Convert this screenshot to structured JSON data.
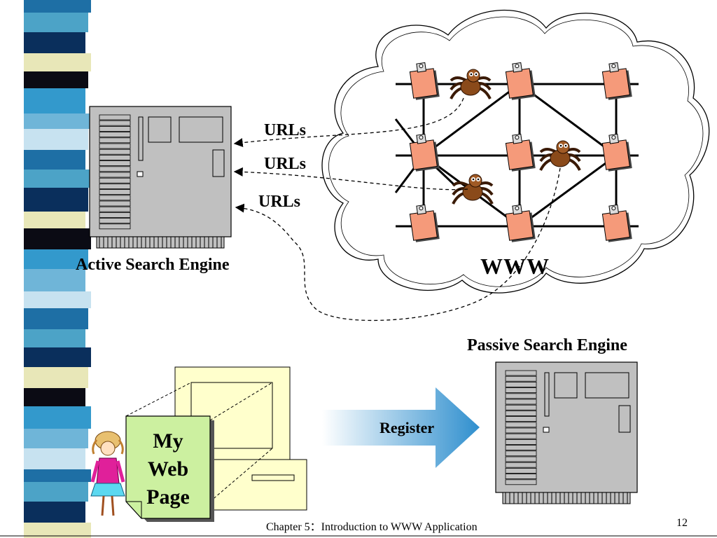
{
  "colors": {
    "stripe_palette": [
      "#1e6fa5",
      "#4ca3c7",
      "#0a2f5c",
      "#e8e7b8",
      "#0b0b14",
      "#3399cc",
      "#6fb5d8",
      "#c7e2f0"
    ],
    "server_body": "#c0c0c0",
    "clipboard": "#f59a7a",
    "web_page_fill": "#ccf0a0",
    "monitor_fill": "#ffffcc",
    "arrow_gradient_end": "#2f8fce"
  },
  "diagram": {
    "active_engine_label": "Active Search Engine",
    "www_label": "WWW",
    "passive_engine_label": "Passive Search Engine",
    "url_labels": [
      "URLs",
      "URLs",
      "URLs"
    ],
    "register_label": "Register",
    "web_page_label": [
      "My",
      "Web",
      "Page"
    ]
  },
  "footer": {
    "chapter": "Chapter 5：Introduction to WWW Application",
    "page": "12"
  }
}
